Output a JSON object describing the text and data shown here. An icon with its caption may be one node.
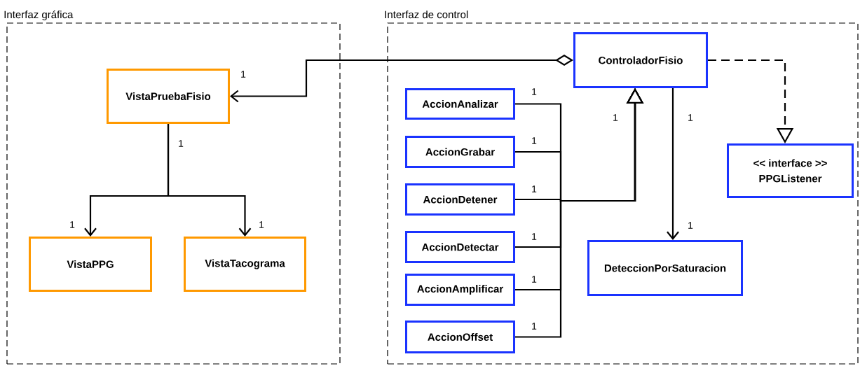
{
  "diagram": {
    "nodes": [
      {
        "text": [
          "Interfaz gráfica"
        ]
      },
      {
        "text": [
          "VistaPruebaFisio"
        ],
        "in": 0
      },
      {
        "text": [
          "VistaPPG"
        ],
        "in": 0
      },
      {
        "text": [
          "VistaTacograma"
        ],
        "in": 0
      },
      {
        "text": [
          "Interfaz de control"
        ]
      },
      {
        "text": [
          "ControladorFisio"
        ],
        "in": 4
      },
      {
        "text": [
          "AccionAnalizar"
        ],
        "in": 4
      },
      {
        "text": [
          "AccionGrabar"
        ],
        "in": 4
      },
      {
        "text": [
          "AccionDetener"
        ],
        "in": 4
      },
      {
        "text": [
          "AccionDetectar"
        ],
        "in": 4
      },
      {
        "text": [
          "AccionAmplificar"
        ],
        "in": 4
      },
      {
        "text": [
          "AccionOffset"
        ],
        "in": 4
      },
      {
        "text": [
          "<< interface >>",
          "PPGListener"
        ],
        "in": 4
      },
      {
        "text": [
          "DeteccionPorSaturacion"
        ],
        "in": 4
      }
    ],
    "edges": [
      {
        "from": 5,
        "to": 1,
        "arrow": "to",
        "label": "1"
      },
      {
        "from": 1,
        "to": 2,
        "arrow": "to",
        "label": "1"
      },
      {
        "from": 1,
        "to": 3,
        "arrow": "to",
        "label": "1"
      },
      {
        "from": 6,
        "to": 5,
        "arrow": "to",
        "label": "1"
      },
      {
        "from": 7,
        "to": 5,
        "arrow": "to",
        "label": "1"
      },
      {
        "from": 8,
        "to": 5,
        "arrow": "to",
        "label": "1"
      },
      {
        "from": 9,
        "to": 5,
        "arrow": "to",
        "label": "1"
      },
      {
        "from": 10,
        "to": 5,
        "arrow": "to",
        "label": "1"
      },
      {
        "from": 11,
        "to": 5,
        "arrow": "to",
        "label": "1"
      },
      {
        "from": 5,
        "to": 13,
        "arrow": "to",
        "label": "1"
      },
      {
        "from": 5,
        "to": 12,
        "arrow": "to",
        "style": "dashed"
      }
    ],
    "labels": [
      "1",
      "1",
      "1"
    ]
  }
}
